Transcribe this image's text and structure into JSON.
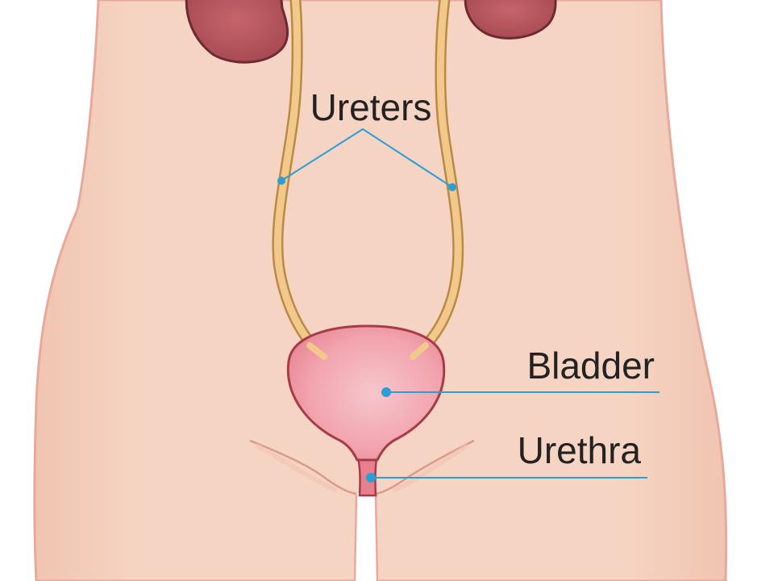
{
  "labels": {
    "ureters": "Ureters",
    "bladder": "Bladder",
    "urethra": "Urethra"
  },
  "colors": {
    "background": "#ffffff",
    "skin": "#f6d4c2",
    "skin_outline": "#e7a99b",
    "kidney": "#b4525a",
    "kidney_outline": "#6e2a30",
    "ureter": "#f2c98a",
    "ureter_outline": "#b98a47",
    "bladder": "#f0a3ad",
    "bladder_outline": "#a63c4a",
    "urethra": "#e77f8c",
    "leader": "#2a9fd6",
    "label_text": "#222222"
  }
}
